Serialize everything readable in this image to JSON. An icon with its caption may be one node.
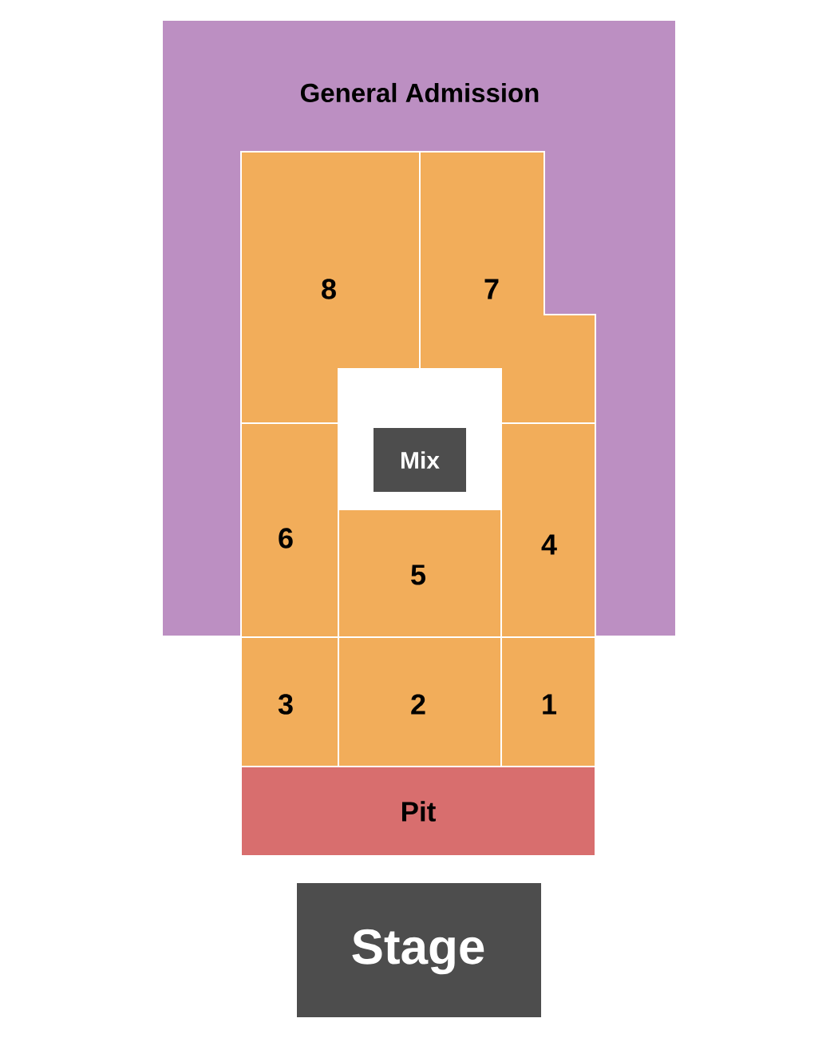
{
  "diagram": {
    "nodes": [
      {
        "text": [
          "General Admission"
        ]
      },
      {
        "text": [
          "8"
        ]
      },
      {
        "text": [
          "7"
        ]
      },
      {
        "text": [
          "Mix"
        ]
      },
      {
        "text": [
          "6"
        ]
      },
      {
        "text": [
          "5"
        ]
      },
      {
        "text": [
          "4"
        ]
      },
      {
        "text": [
          "3"
        ]
      },
      {
        "text": [
          "2"
        ]
      },
      {
        "text": [
          "1"
        ]
      },
      {
        "text": [
          "Pit"
        ]
      },
      {
        "text": [
          "Stage"
        ]
      }
    ]
  }
}
